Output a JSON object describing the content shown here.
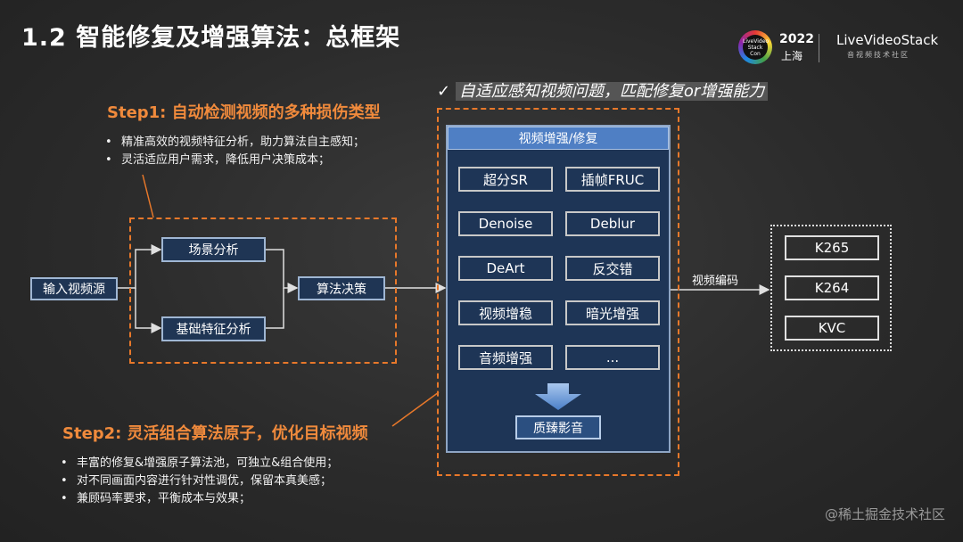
{
  "slide": {
    "title": "1.2 智能修复及增强算法：总框架",
    "logo": {
      "badge": "LiveVideo Stack Con",
      "year": "2022",
      "city": "上海",
      "brand": "LiveVideoStack",
      "tagline": "音视频技术社区"
    },
    "headline": {
      "check": "✓",
      "text": "自适应感知视频问题，匹配修复or增强能力"
    },
    "step1": {
      "title": "Step1: 自动检测视频的多种损伤类型",
      "bullets": [
        "精准高效的视频特征分析，助力算法自主感知；",
        "灵活适应用户需求，降低用户决策成本；"
      ]
    },
    "step2": {
      "title": "Step2: 灵活组合算法原子，优化目标视频",
      "bullets": [
        "丰富的修复&增强原子算法池，可独立&组合使用；",
        "对不同画面内容进行针对性调优，保留本真美感；",
        "兼顾码率要求，平衡成本与效果；"
      ]
    },
    "flow": {
      "input": "输入视频源",
      "scene": "场景分析",
      "feature": "基础特征分析",
      "decision": "算法决策"
    },
    "panel": {
      "title": "视频增强/修复",
      "ops": [
        "超分SR",
        "插帧FRUC",
        "Denoise",
        "Deblur",
        "DeArt",
        "反交错",
        "视频增稳",
        "暗光增强",
        "音频增强",
        "..."
      ],
      "output": "质臻影音"
    },
    "encode_label": "视频编码",
    "codecs": [
      "K265",
      "K264",
      "KVC"
    ],
    "watermark": "@稀土掘金技术社区",
    "colors": {
      "accent_orange": "#e8782a",
      "node_fill": "#1f3554",
      "panel_head": "#4f7fc4"
    }
  }
}
